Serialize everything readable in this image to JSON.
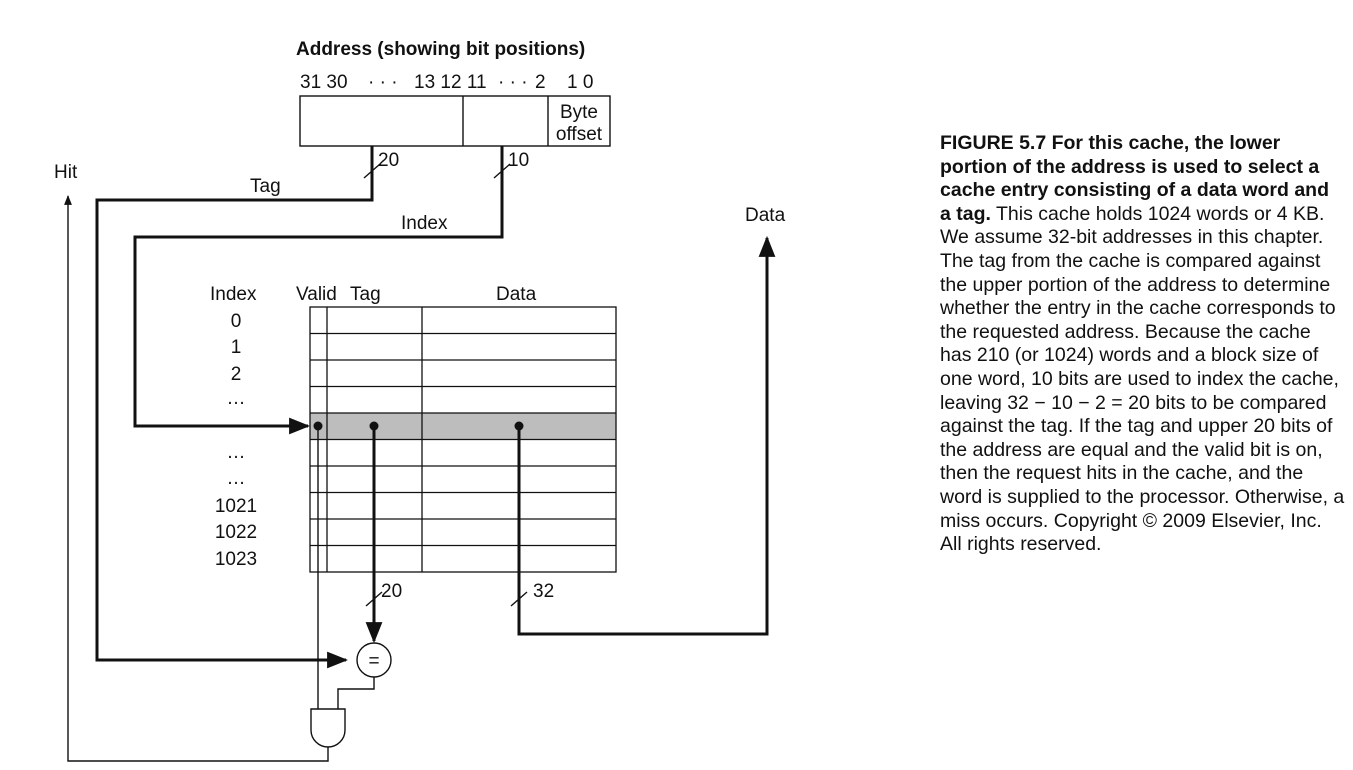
{
  "diagram": {
    "address_title": "Address (showing bit positions)",
    "bit_positions": {
      "high": "31 30",
      "dots1": "· · ·",
      "mid": "13 12 11",
      "dots2": "· · ·",
      "low2": "2",
      "low": "1 0"
    },
    "byte_offset": [
      "Byte",
      "offset"
    ],
    "bus_widths": {
      "tag": "20",
      "index": "10",
      "compare": "20",
      "data": "32"
    },
    "labels": {
      "hit": "Hit",
      "tag": "Tag",
      "index": "Index",
      "data_out": "Data",
      "comparator": "="
    },
    "table": {
      "headers": {
        "index": "Index",
        "valid": "Valid",
        "tag": "Tag",
        "data": "Data"
      },
      "rows": [
        "0",
        "1",
        "2",
        "…",
        "",
        "…",
        "…",
        "1021",
        "1022",
        "1023"
      ]
    }
  },
  "caption": {
    "bold": "FIGURE 5.7 For this cache, the lower portion of the address is used to select a cache entry consisting of a data word and a tag.",
    "text": " This cache holds 1024 words or 4 KB. We assume 32-bit addresses in this chapter. The tag from the cache is compared against the upper portion of the address to determine whether the entry in the cache corresponds to the requested address. Because the cache has 210 (or 1024) words and a block size of one word, 10 bits are used to index the cache, leaving 32 − 10 − 2 = 20 bits to be compared against the tag. If the tag and upper 20 bits of the address are equal and the valid bit is on, then the request hits in the cache, and the word is supplied to the processor. Otherwise, a miss occurs. Copyright © 2009 Elsevier, Inc. All rights reserved."
  }
}
